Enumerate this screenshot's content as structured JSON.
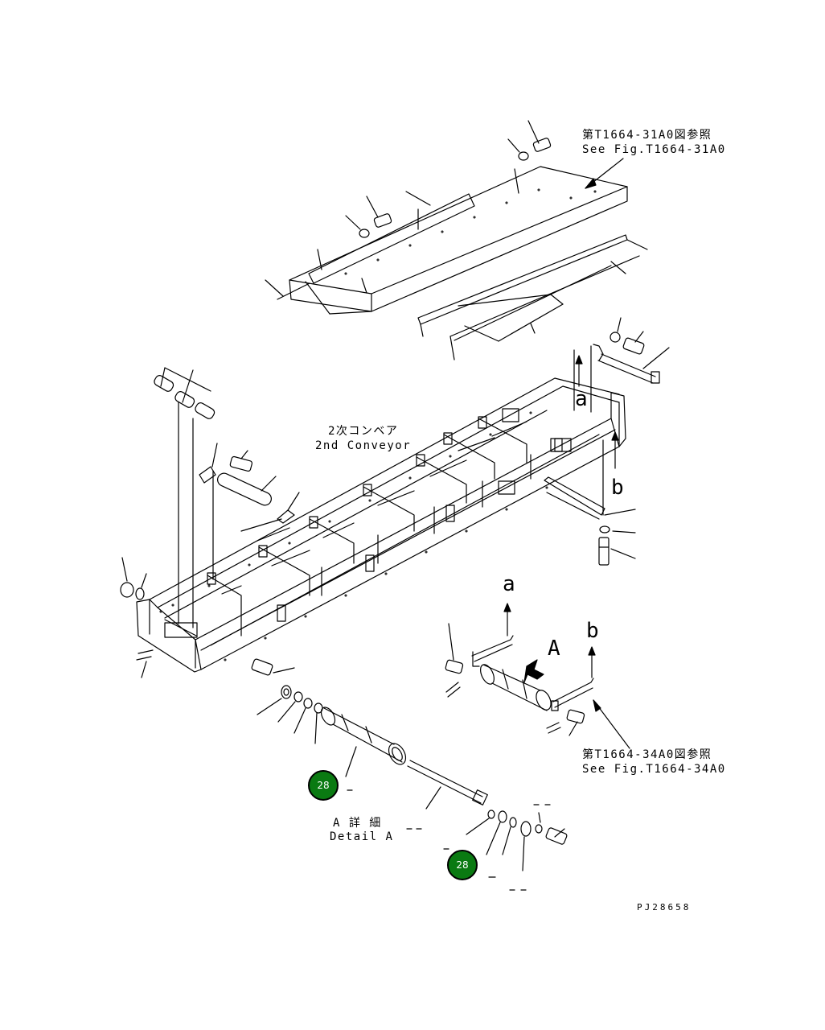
{
  "refs": {
    "top_jp": "第T1664-31A0図参照",
    "top_en": "See Fig.T1664-31A0",
    "bottom_jp": "第T1664-34A0図参照",
    "bottom_en": "See Fig.T1664-34A0"
  },
  "conveyor": {
    "jp": "2次コンベア",
    "en": "2nd Conveyor"
  },
  "detail": {
    "jp": "A 詳 細",
    "en": "Detail A"
  },
  "arrows": {
    "a": "a",
    "b": "b",
    "A": "A"
  },
  "callouts": [
    {
      "number": "28"
    },
    {
      "number": "28"
    }
  ],
  "drawing_id": "PJ28658",
  "colors": {
    "callout_fill": "#0a7a12",
    "line": "#000000"
  }
}
